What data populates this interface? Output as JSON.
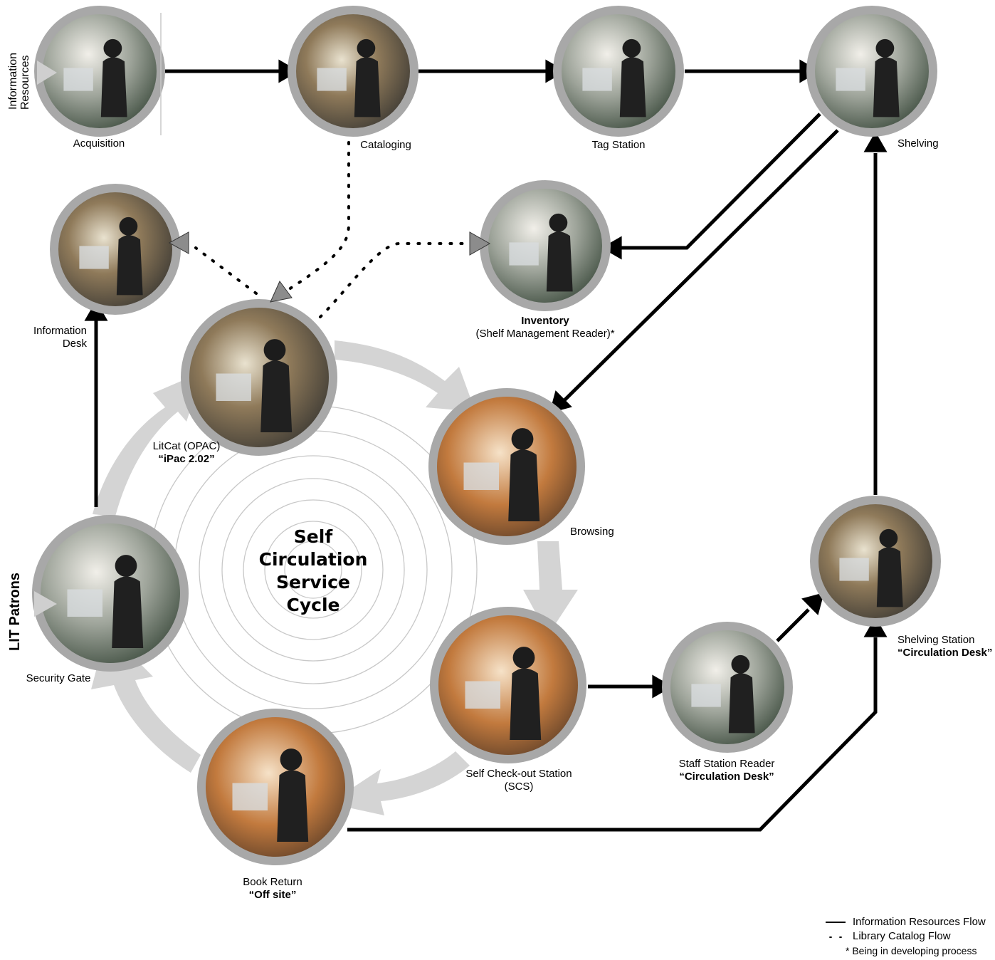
{
  "diagram": {
    "center_title": [
      "Self",
      "Circulation",
      "Service",
      "Cycle"
    ],
    "side_labels": {
      "information_resources": [
        "Information",
        "Resources"
      ],
      "lit_patrons": "LIT Patrons"
    },
    "nodes": {
      "acquisition": {
        "label": [
          "Acquisition"
        ],
        "bold": []
      },
      "cataloging": {
        "label": [
          "Cataloging"
        ],
        "bold": []
      },
      "tag_station": {
        "label": [
          "Tag Station"
        ],
        "bold": []
      },
      "shelving": {
        "label": [
          "Shelving"
        ],
        "bold": []
      },
      "information_desk": {
        "label": [
          "Information",
          "Desk"
        ],
        "bold": []
      },
      "inventory": {
        "label": [
          "(Shelf Management Reader)*"
        ],
        "bold": [
          "Inventory"
        ]
      },
      "litcat": {
        "label": [
          "LitCat (OPAC)"
        ],
        "bold": [
          "“iPac 2.02”"
        ]
      },
      "browsing": {
        "label": [
          "Browsing"
        ],
        "bold": []
      },
      "security_gate": {
        "label": [
          "Security Gate"
        ],
        "bold": []
      },
      "self_checkout": {
        "label": [
          "Self Check-out Station",
          "(SCS)"
        ],
        "bold": []
      },
      "staff_station": {
        "label": [
          "Staff Station Reader"
        ],
        "bold": [
          "“Circulation Desk”"
        ]
      },
      "shelving_station": {
        "label": [
          "Shelving Station"
        ],
        "bold": [
          "“Circulation Desk”"
        ]
      },
      "book_return": {
        "label": [
          "Book Return"
        ],
        "bold": [
          "“Off site”"
        ]
      }
    },
    "legend": {
      "solid": "Information Resources Flow",
      "dotted": "Library Catalog Flow",
      "note": "* Being in developing process"
    },
    "colors": {
      "ring": "#a8a8a8",
      "cycle_arrow": "#d4d4d4",
      "line": "#000000",
      "triangle": "#8c8c8c"
    }
  }
}
